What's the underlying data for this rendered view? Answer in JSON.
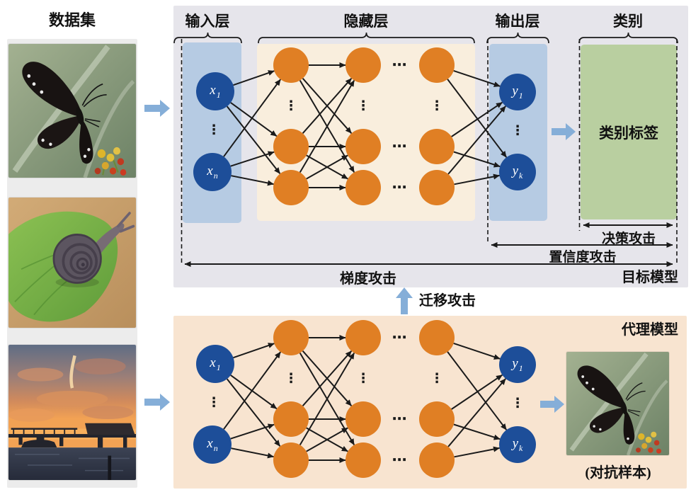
{
  "dataset": {
    "title": "数据集"
  },
  "target_model": {
    "model_label": "目标模型",
    "input_layer_label": "输入层",
    "hidden_layer_label": "隐藏层",
    "output_layer_label": "输出层",
    "category_label": "类别",
    "category_box_text": "类别标签",
    "decision_attack_label": "决策攻击",
    "confidence_attack_label": "置信度攻击",
    "gradient_attack_label": "梯度攻击"
  },
  "surrogate_model": {
    "model_label": "代理模型",
    "adversarial_sample_caption": "(对抗样本)"
  },
  "transfer_attack_label": "迁移攻击",
  "nodes": {
    "x1": {
      "base": "x",
      "sub": "1"
    },
    "xn": {
      "base": "x",
      "sub": "n"
    },
    "y1": {
      "base": "y",
      "sub": "1"
    },
    "yk": {
      "base": "y",
      "sub": "k"
    }
  },
  "dots": {
    "vertical": "⋮",
    "horizontal": "⋯"
  },
  "colors": {
    "target_box_bg": "#e6e5eb",
    "surrogate_box_bg": "#f8e4d0",
    "io_layer_bg": "#b6cbe3",
    "hidden_layer_bg": "#f9eedd",
    "category_bg": "#b9cfa0",
    "node_blue": "#1d4e99",
    "node_orange": "#e07f24",
    "flow_arrow_blue": "#85aed8",
    "line_black": "#1a1a1a"
  }
}
